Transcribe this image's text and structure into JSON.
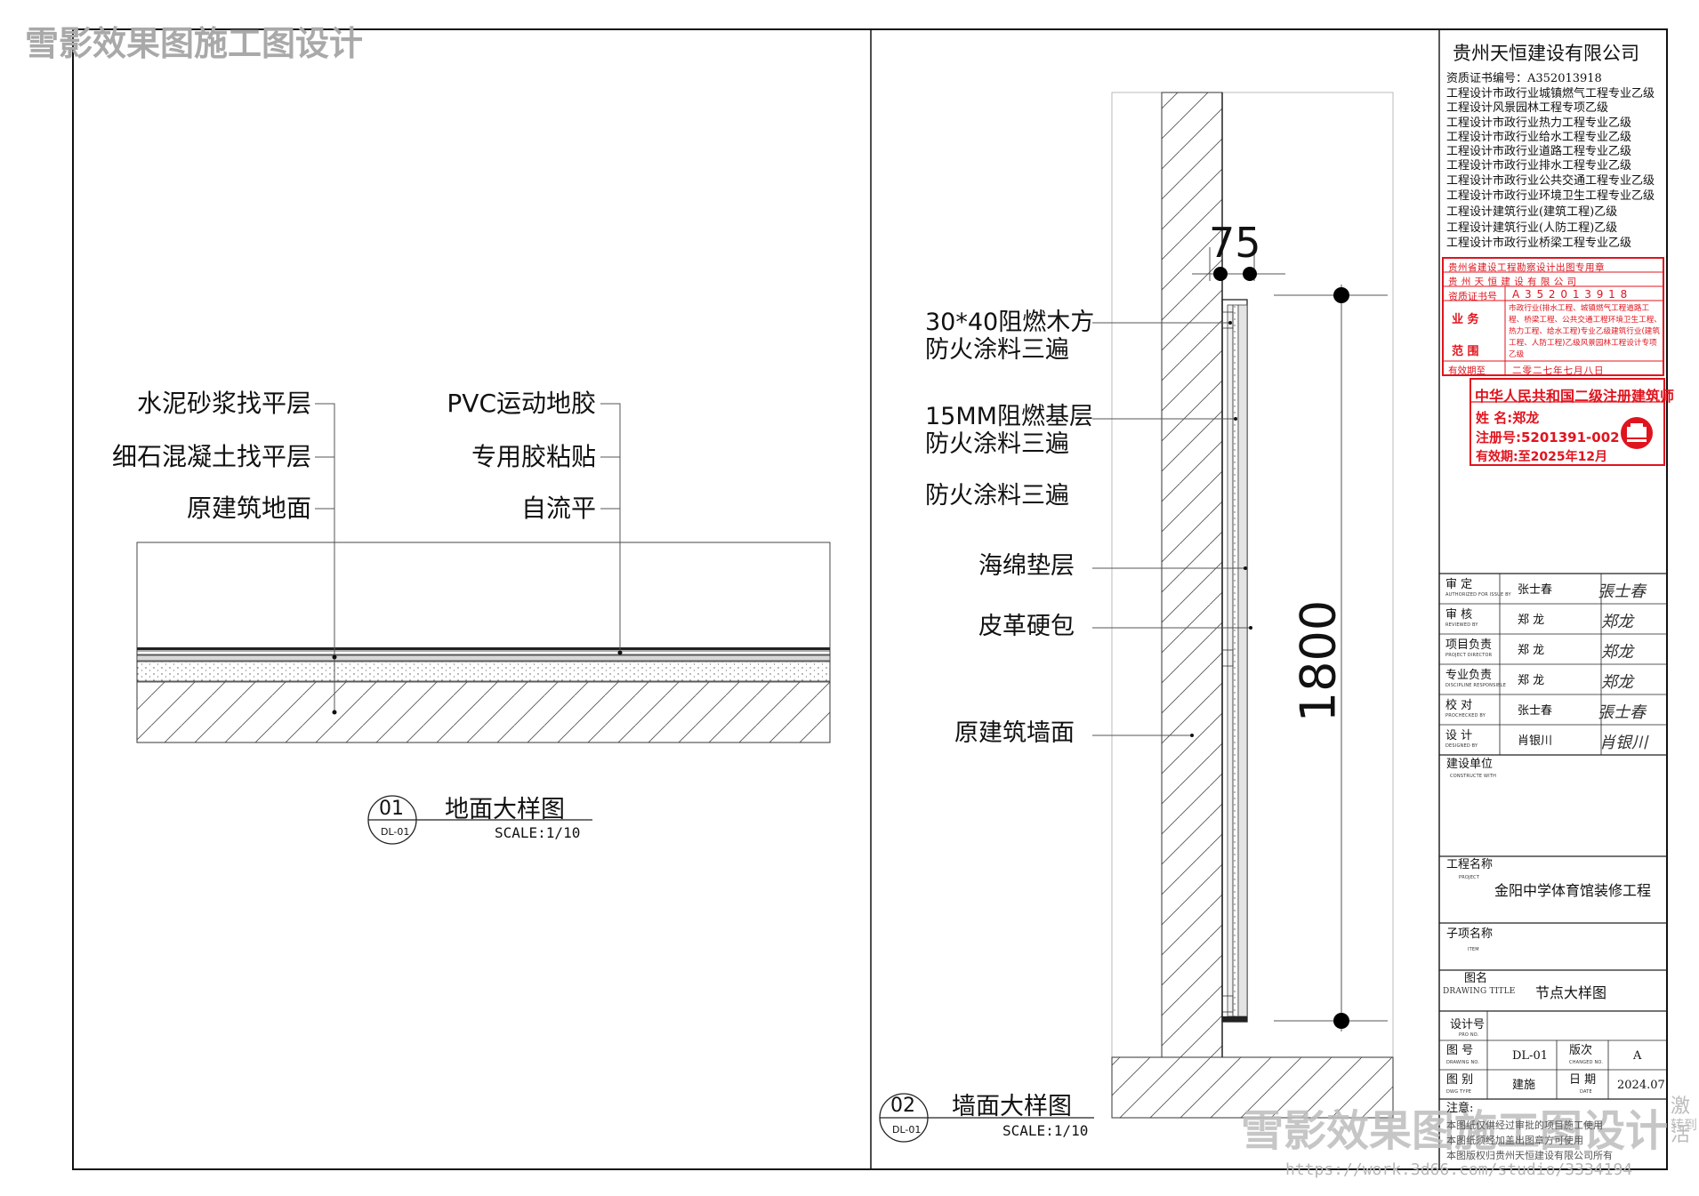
{
  "watermark_top": "雪影效果图施工图设计",
  "watermark_bottom": "雪影效果图施工图设计",
  "watermark_url": "https://work.3d66.com/studio/3334194",
  "watermark_corner": [
    "激活",
    "转到"
  ],
  "floor_detail": {
    "labels_left": [
      "水泥砂浆找平层",
      "细石混凝土找平层",
      "原建筑地面"
    ],
    "labels_right": [
      "PVC运动地胶",
      "专用胶粘贴",
      "自流平"
    ],
    "number": "01",
    "code": "DL-01",
    "title": "地面大样图",
    "scale": "SCALE:1/10"
  },
  "wall_detail": {
    "labels": [
      "30*40阻燃木方",
      "防火涂料三遍",
      "15MM阻燃基层",
      "防火涂料三遍",
      "防火涂料三遍",
      "海绵垫层",
      "皮革硬包",
      "原建筑墙面"
    ],
    "dim_top": "75",
    "dim_height": "1800",
    "number": "02",
    "code": "DL-01",
    "title": "墙面大样图",
    "scale": "SCALE:1/10"
  },
  "title_block": {
    "company": "贵州天恒建设有限公司",
    "qualifications": [
      "资质证书编号：A352013918",
      "工程设计市政行业城镇燃气工程专业乙级",
      "工程设计风景园林工程专项乙级",
      "工程设计市政行业热力工程专业乙级",
      "工程设计市政行业给水工程专业乙级",
      "工程设计市政行业道路工程专业乙级",
      "工程设计市政行业排水工程专业乙级",
      "工程设计市政行业公共交通工程专业乙级",
      "工程设计市政行业环境卫生工程专业乙级",
      "工程设计建筑行业(建筑工程)乙级",
      "工程设计建筑行业(人防工程)乙级",
      "工程设计市政行业桥梁工程专业乙级"
    ],
    "seal": {
      "row1": "贵州省建设工程勘察设计出图专用章",
      "row2": "贵 州 天 恒 建 设 有 限 公 司",
      "cert_label": "资质证书号",
      "cert_value": "A 3 5 2 0 1 3 9 1 8",
      "scope_label_a": "业  务",
      "scope_label_b": "范  围",
      "scope_text": "市政行业(排水工程、城镇燃气工程道路工程、桥梁工程、公共交通工程环境卫生工程、热力工程、给水工程)专业乙级建筑行业(建筑工程、人防工程)乙级风景园林工程设计专项乙级",
      "valid_label": "有效期至",
      "valid_value": "二零二七年七月八日"
    },
    "stamp": {
      "title": "中华人民共和国二级注册建筑师",
      "name": "姓  名:郑龙",
      "reg": "注册号:5201391-002",
      "valid": "有效期:至2025年12月"
    },
    "signoff": [
      {
        "label": "审  定",
        "en": "AUTHORIZED FOR ISSUE BY",
        "name": "张士春",
        "sig": "張士春"
      },
      {
        "label": "审  核",
        "en": "REVIEWED BY",
        "name": "郑  龙",
        "sig": "郑龙"
      },
      {
        "label": "项目负责",
        "en": "PROJECT DIRECTOR",
        "name": "郑  龙",
        "sig": "郑龙"
      },
      {
        "label": "专业负责",
        "en": "DISCIPLINE RESPONSIBLE",
        "name": "郑  龙",
        "sig": "郑龙"
      },
      {
        "label": "校  对",
        "en": "PROCHECKED BY",
        "name": "张士春",
        "sig": "張士春"
      },
      {
        "label": "设  计",
        "en": "DESIGNED BY",
        "name": "肖银川",
        "sig": "肖银川"
      }
    ],
    "client_label": "建设单位",
    "client_en": "CONSTRUCTE WITH",
    "project_label": "工程名称",
    "project_en": "PROJECT",
    "project_name": "金阳中学体育馆装修工程",
    "item_label": "子项名称",
    "item_en": "ITEM",
    "drawing_title_label": "图名",
    "drawing_title_en": "DRAWING TITLE",
    "drawing_title": "节点大样图",
    "design_no_label": "设计号",
    "design_no_en": "PRO NO.",
    "drawing_no_label": "图  号",
    "drawing_no_en": "DRAWING NO.",
    "drawing_no": "DL-01",
    "version_label": "版次",
    "version_en": "CHANGED NO.",
    "version": "A",
    "category_label": "图  别",
    "category_en": "DWG TYPE",
    "category": "建施",
    "date_label": "日  期",
    "date_en": "DATE",
    "date": "2024.07",
    "notes_label": "注意:",
    "notes": [
      "本图纸仅供经过审批的项目施工使用",
      "本图纸须经加盖出图章方可使用",
      "本图版权归贵州天恒建设有限公司所有"
    ]
  }
}
